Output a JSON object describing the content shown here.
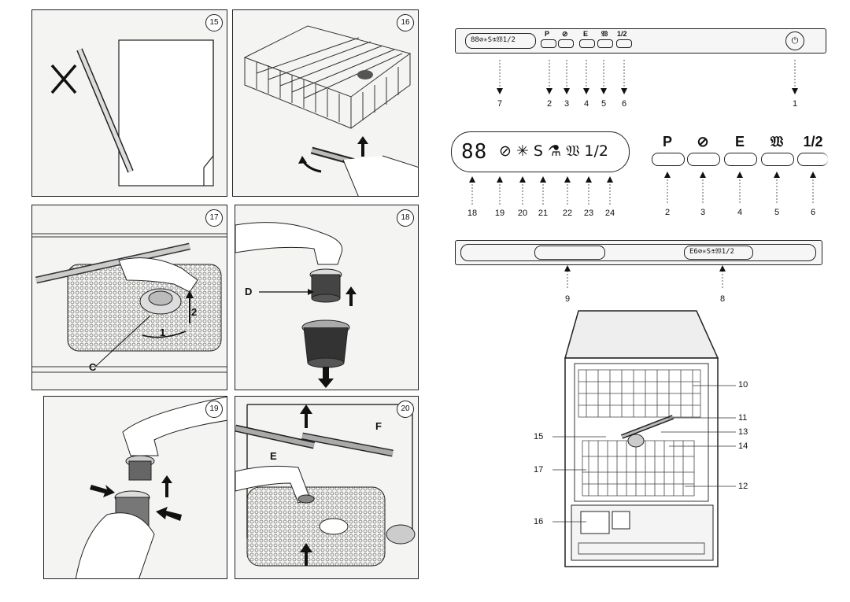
{
  "figure_numbers": [
    "15",
    "16",
    "17",
    "18",
    "19",
    "20"
  ],
  "figure_letters": {
    "c": "C",
    "d": "D",
    "e": "E",
    "f": "F",
    "one": "1",
    "two": "2"
  },
  "control_panel": {
    "small_display": "88⊘✳S⚗𝔚1/2",
    "small_buttons": [
      "P",
      "⊘",
      "E",
      "𝔚",
      "1/2"
    ],
    "power_symbol": "⏻",
    "callouts": [
      "7",
      "2",
      "3",
      "4",
      "5",
      "6",
      "1"
    ]
  },
  "display_detail": {
    "digits": "88",
    "symbols": "⊘ ✳ S ⚗ 𝔚 1/2",
    "callouts": [
      "18",
      "19",
      "20",
      "21",
      "22",
      "23",
      "24"
    ]
  },
  "buttons_detail": {
    "keys": [
      "P",
      "⊘",
      "E",
      "𝔚",
      "1/2"
    ],
    "callouts": [
      "2",
      "3",
      "4",
      "5",
      "6"
    ]
  },
  "panel_bar": {
    "display": "E6⊘✳S⚗𝔚1/2",
    "callouts": [
      "9",
      "8"
    ]
  },
  "dishwasher_callouts": [
    "10",
    "11",
    "13",
    "14",
    "15",
    "17",
    "12",
    "16"
  ]
}
